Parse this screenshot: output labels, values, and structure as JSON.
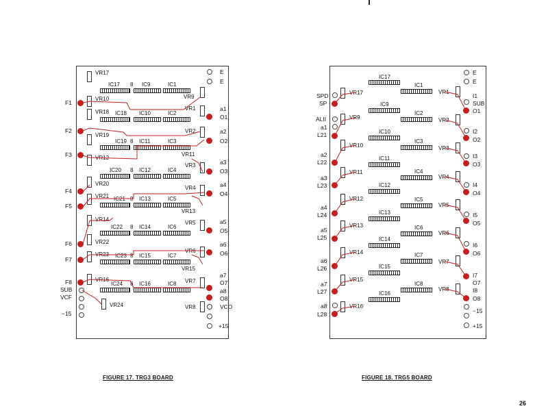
{
  "page_number": "26",
  "figure17": {
    "caption": "FIGURE 17. TRG3 BOARD",
    "ic_labels": [
      "IC17",
      "IC9",
      "IC1",
      "IC18",
      "IC10",
      "IC2",
      "IC19",
      "IC11",
      "IC3",
      "IC20",
      "IC12",
      "IC4",
      "IC21",
      "IC13",
      "IC5",
      "IC22",
      "IC14",
      "IC6",
      "IC23",
      "IC15",
      "IC7",
      "IC24",
      "IC16",
      "IC8"
    ],
    "vr_labels": [
      "VR17",
      "VR10",
      "VR18",
      "VR1",
      "VR9",
      "VR19",
      "VR2",
      "VR11",
      "VR12",
      "VR3",
      "VR20",
      "VR4",
      "VR21",
      "VR13",
      "VR14",
      "VR5",
      "VR22",
      "VR6",
      "VR23",
      "VR15",
      "VR16",
      "VR7",
      "VR24",
      "VR8"
    ],
    "left_labels": [
      "F1",
      "F2",
      "F3",
      "F4",
      "F5",
      "F6",
      "F7",
      "F8",
      "SUB",
      "VCF",
      "−15"
    ],
    "right_labels": [
      "E",
      "E",
      "a1",
      "O1",
      "a2",
      "O2",
      "a3",
      "O3",
      "a4",
      "O4",
      "a5",
      "O5",
      "a6",
      "O6",
      "a7",
      "O7",
      "a8",
      "O8",
      "VCO",
      "+15"
    ],
    "eights": [
      "8",
      "8",
      "8",
      "8",
      "8",
      "8",
      "8"
    ]
  },
  "figure18": {
    "caption": "FIGURE 18. TRG5 BOARD",
    "ic_labels": [
      "IC17",
      "IC1",
      "IC9",
      "IC2",
      "IC10",
      "IC3",
      "IC11",
      "IC4",
      "IC12",
      "IC5",
      "IC13",
      "IC6",
      "IC14",
      "IC7",
      "IC15",
      "IC8",
      "IC16"
    ],
    "vr_labels": [
      "VR17",
      "VR1",
      "VR9",
      "VR2",
      "VR10",
      "VR3",
      "VR11",
      "VR4",
      "VR12",
      "VR5",
      "VR13",
      "VR6",
      "VR14",
      "VR7",
      "VR15",
      "VR8",
      "VR16"
    ],
    "left_labels": [
      "SPD",
      "SP",
      "ALII",
      "a1",
      "L21",
      "a2",
      "L22",
      "a3",
      "L23",
      "a4",
      "L24",
      "a5",
      "L25",
      "a6",
      "L26",
      "a7",
      "L27",
      "a8",
      "L28"
    ],
    "right_labels": [
      "E",
      "E",
      "I1",
      "SUB",
      "O1",
      "I2",
      "O2",
      "I3",
      "O3",
      "I4",
      "O4",
      "I5",
      "O5",
      "I6",
      "O6",
      "I7",
      "O7",
      "I8",
      "O8",
      "−15",
      "+15"
    ]
  }
}
